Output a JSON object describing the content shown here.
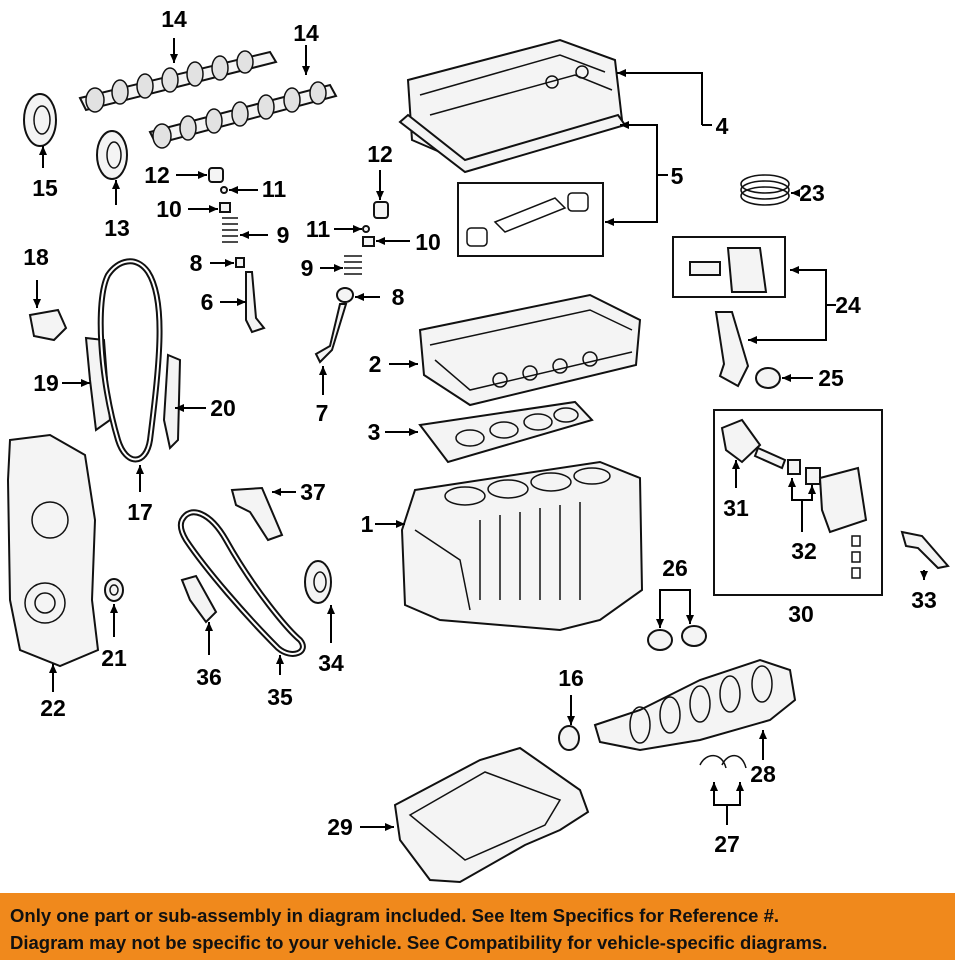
{
  "diagram": {
    "callouts": [
      {
        "id": "c14a",
        "label": "14"
      },
      {
        "id": "c14b",
        "label": "14"
      },
      {
        "id": "c4",
        "label": "4"
      },
      {
        "id": "c5",
        "label": "5"
      },
      {
        "id": "c15",
        "label": "15"
      },
      {
        "id": "c13",
        "label": "13"
      },
      {
        "id": "c12a",
        "label": "12"
      },
      {
        "id": "c11a",
        "label": "11"
      },
      {
        "id": "c10a",
        "label": "10"
      },
      {
        "id": "c9a",
        "label": "9"
      },
      {
        "id": "c8a",
        "label": "8"
      },
      {
        "id": "c6",
        "label": "6"
      },
      {
        "id": "c12b",
        "label": "12"
      },
      {
        "id": "c11b",
        "label": "11"
      },
      {
        "id": "c10b",
        "label": "10"
      },
      {
        "id": "c9b",
        "label": "9"
      },
      {
        "id": "c8b",
        "label": "8"
      },
      {
        "id": "c7",
        "label": "7"
      },
      {
        "id": "c23",
        "label": "23"
      },
      {
        "id": "c24",
        "label": "24"
      },
      {
        "id": "c25",
        "label": "25"
      },
      {
        "id": "c18",
        "label": "18"
      },
      {
        "id": "c19",
        "label": "19"
      },
      {
        "id": "c20",
        "label": "20"
      },
      {
        "id": "c17",
        "label": "17"
      },
      {
        "id": "c2",
        "label": "2"
      },
      {
        "id": "c3",
        "label": "3"
      },
      {
        "id": "c31",
        "label": "31"
      },
      {
        "id": "c32",
        "label": "32"
      },
      {
        "id": "c30",
        "label": "30"
      },
      {
        "id": "c33",
        "label": "33"
      },
      {
        "id": "c37",
        "label": "37"
      },
      {
        "id": "c1",
        "label": "1"
      },
      {
        "id": "c26",
        "label": "26"
      },
      {
        "id": "c21",
        "label": "21"
      },
      {
        "id": "c22",
        "label": "22"
      },
      {
        "id": "c36",
        "label": "36"
      },
      {
        "id": "c35",
        "label": "35"
      },
      {
        "id": "c34",
        "label": "34"
      },
      {
        "id": "c16",
        "label": "16"
      },
      {
        "id": "c28",
        "label": "28"
      },
      {
        "id": "c27",
        "label": "27"
      },
      {
        "id": "c29",
        "label": "29"
      }
    ]
  },
  "banner": {
    "line1": "Only one part or sub-assembly in diagram included. See Item Specifics for Reference #.",
    "line2": "Diagram may not be specific to your vehicle. See Compatibility for vehicle-specific diagrams.",
    "background": "#f0891c"
  }
}
